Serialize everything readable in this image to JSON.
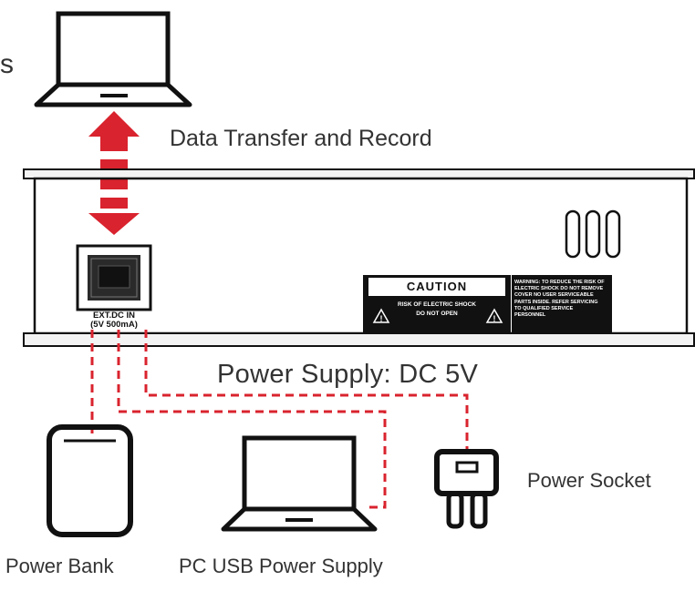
{
  "labels": {
    "partial_edge_text": "s",
    "data_transfer": "Data Transfer and Record",
    "power_supply": "Power Supply: DC 5V",
    "power_socket": "Power Socket",
    "power_bank": "Power Bank",
    "pc_usb_power": "PC USB Power Supply"
  },
  "port": {
    "line1": "EXT.DC IN",
    "line2": "(5V 500mA)"
  },
  "caution": {
    "title": "CAUTION",
    "line1": "RISK OF ELECTRIC SHOCK",
    "line2": "DO NOT OPEN",
    "warning": "WARNING: TO REDUCE THE RISK OF ELECTRIC SHOCK DO NOT REMOVE COVER NO USER SERVICEABLE PARTS INSIDE. REFER SERVICING TO QUALIFIED SERVICE PERSONNEL"
  },
  "colors": {
    "arrow_red": "#d9232e",
    "cable_red": "#d9232e",
    "outline": "#111111",
    "text": "#333333"
  },
  "icons": [
    "laptop-icon",
    "usb-b-port-icon",
    "power-bank-icon",
    "power-plug-icon",
    "warning-triangle-icon",
    "vent-slot-icon"
  ]
}
